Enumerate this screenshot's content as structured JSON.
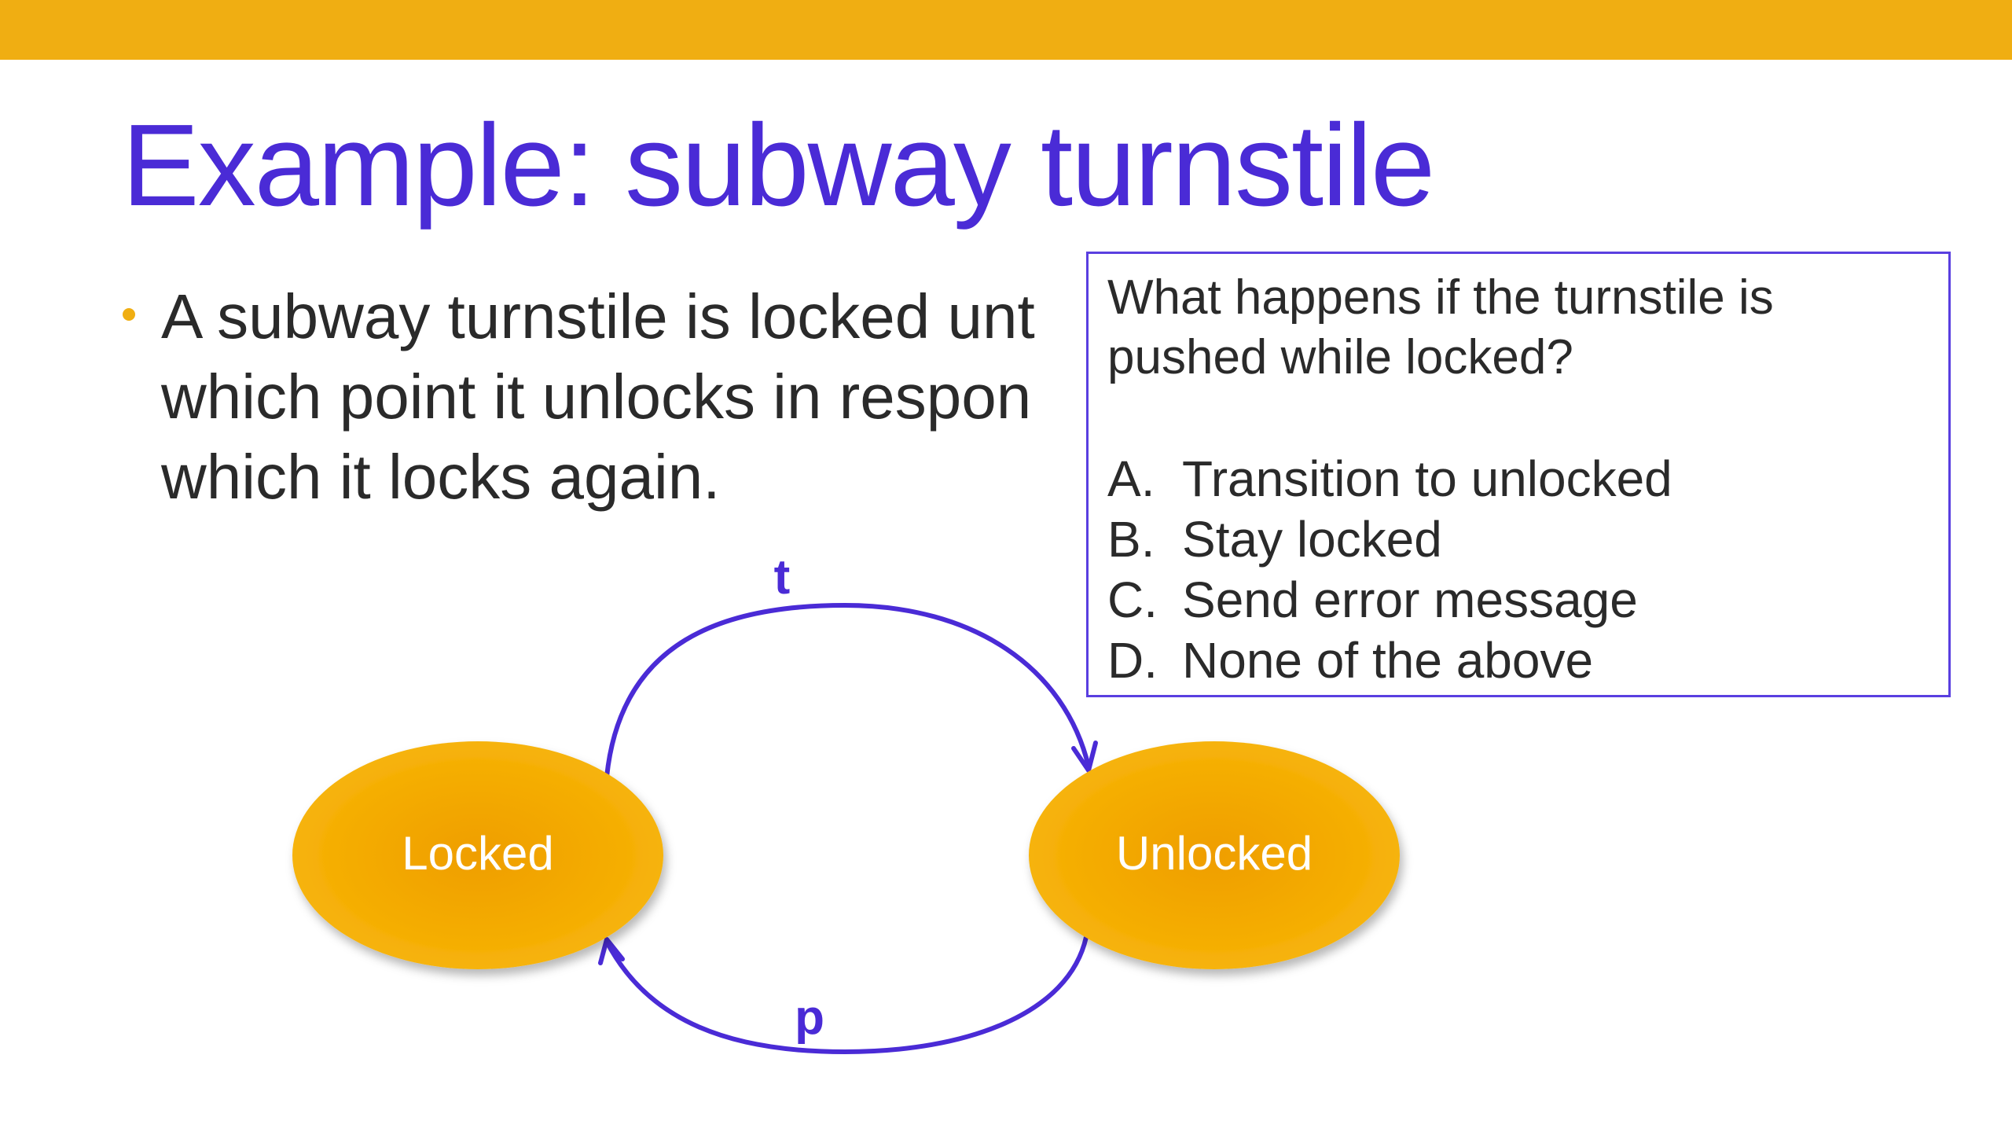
{
  "slide": {
    "title": "Example: subway turnstile",
    "bullet_lines": [
      "A subway turnstile is locked unt",
      "which point it unlocks in respon",
      "which it locks again."
    ]
  },
  "diagram": {
    "states": [
      {
        "label": "Locked"
      },
      {
        "label": "Unlocked"
      }
    ],
    "transitions": [
      {
        "label": "t",
        "from": "Locked",
        "to": "Unlocked"
      },
      {
        "label": "p",
        "from": "Unlocked",
        "to": "Locked"
      }
    ]
  },
  "quiz": {
    "question": "What happens if the turnstile is pushed while locked?",
    "options": [
      {
        "letter": "A.",
        "text": "Transition to unlocked"
      },
      {
        "letter": "B.",
        "text": "Stay locked"
      },
      {
        "letter": "C.",
        "text": "Send error message"
      },
      {
        "letter": "D.",
        "text": "None of the above"
      }
    ]
  },
  "colors": {
    "accent_bar": "#F0AE12",
    "title": "#4A2BD6",
    "state_fill": "#F3A800",
    "edge": "#4A2BD6",
    "quiz_border": "#5A3FE0"
  }
}
